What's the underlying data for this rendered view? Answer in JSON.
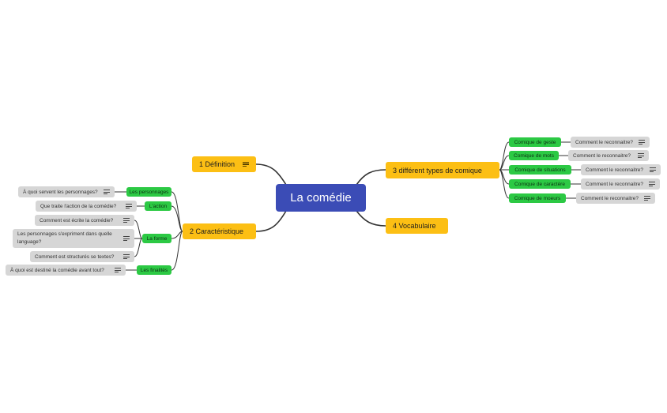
{
  "mindmap": {
    "center": "La comédie",
    "main_topics": {
      "definition": "1 Définition",
      "caracteristique": "2 Caractéristique",
      "types": "3 différent types de comique",
      "vocabulaire": "4 Vocabulaire"
    },
    "caracteristique_children": {
      "personnages": {
        "label": "Les personnages",
        "question": "À quoi servent les personnages?"
      },
      "action": {
        "label": "L'action",
        "question": "Que traite l'action de la comédie?"
      },
      "forme": {
        "label": "La forme",
        "questions": [
          "Comment est écrite la comédie?",
          "Les personnages s'expriment dans quelle language?",
          "Comment est structurés se textes?"
        ]
      },
      "finalites": {
        "label": "Les finalités",
        "question": "À quoi est destiné la comédie avant tout?"
      }
    },
    "types_children": [
      {
        "label": "Comique de geste",
        "question": "Comment le reconnaitre?"
      },
      {
        "label": "Comique de mots",
        "question": "Comment le reconnaitre?"
      },
      {
        "label": "Comique de situations",
        "question": "Comment le reconnaitre?"
      },
      {
        "label": "Comique de caractère",
        "question": "Comment le reconnaitre?"
      },
      {
        "label": "Comique de moeurs",
        "question": "Comment le reconnaitre?"
      }
    ]
  },
  "colors": {
    "center": "#3b4cb6",
    "main_topic": "#fcbf14",
    "sub_topic": "#2cc944",
    "note": "#d6d6d6",
    "connector": "#333333"
  },
  "icons": [
    "note-icon"
  ]
}
